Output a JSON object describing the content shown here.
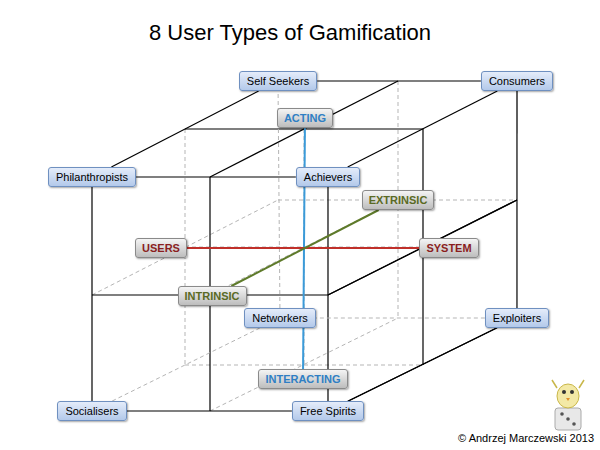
{
  "diagram": {
    "title": "8 User Types of Gamification",
    "nodes": [
      {
        "text": [
          "Self Seekers"
        ]
      },
      {
        "text": [
          "Consumers"
        ]
      },
      {
        "text": [
          "ACTING"
        ]
      },
      {
        "text": [
          "Philanthropists"
        ]
      },
      {
        "text": [
          "Achievers"
        ]
      },
      {
        "text": [
          "EXTRINSIC"
        ]
      },
      {
        "text": [
          "USERS"
        ]
      },
      {
        "text": [
          "SYSTEM"
        ]
      },
      {
        "text": [
          "INTRINSIC"
        ]
      },
      {
        "text": [
          "Networkers"
        ]
      },
      {
        "text": [
          "Exploiters"
        ]
      },
      {
        "text": [
          "INTERACTING"
        ]
      },
      {
        "text": [
          "Socialisers"
        ]
      },
      {
        "text": [
          "Free Spirits"
        ]
      }
    ],
    "edges": [
      {
        "from": 3,
        "to": 4,
        "arrow": "none"
      },
      {
        "from": 4,
        "to": 13,
        "arrow": "none"
      },
      {
        "from": 13,
        "to": 12,
        "arrow": "none"
      },
      {
        "from": 12,
        "to": 3,
        "arrow": "none"
      },
      {
        "from": 0,
        "to": 1,
        "arrow": "none"
      },
      {
        "from": 1,
        "to": 10,
        "arrow": "none"
      },
      {
        "from": 10,
        "to": 9,
        "arrow": "none"
      },
      {
        "from": 9,
        "to": 0,
        "arrow": "none"
      },
      {
        "from": 3,
        "to": 0,
        "arrow": "none"
      },
      {
        "from": 4,
        "to": 1,
        "arrow": "none"
      },
      {
        "from": 13,
        "to": 10,
        "arrow": "none"
      },
      {
        "from": 12,
        "to": 9,
        "arrow": "none"
      },
      {
        "from": 2,
        "to": 11,
        "arrow": "none"
      },
      {
        "from": 6,
        "to": 7,
        "arrow": "none"
      },
      {
        "from": 8,
        "to": 5,
        "arrow": "none"
      }
    ],
    "labels": [
      "© Andrzej Marczewski 2013"
    ]
  }
}
